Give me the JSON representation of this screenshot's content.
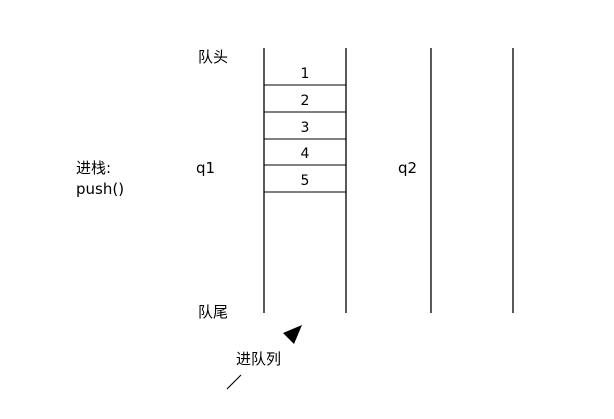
{
  "labels": {
    "queue_head": "队头",
    "queue_tail": "队尾",
    "push_title": "进栈:",
    "push_call": "push()",
    "q1": "q1",
    "q2": "q2",
    "enqueue": "进队列"
  },
  "q1_items": [
    "1",
    "2",
    "3",
    "4",
    "5"
  ],
  "colors": {
    "line": "#000000",
    "background": "#ffffff"
  }
}
